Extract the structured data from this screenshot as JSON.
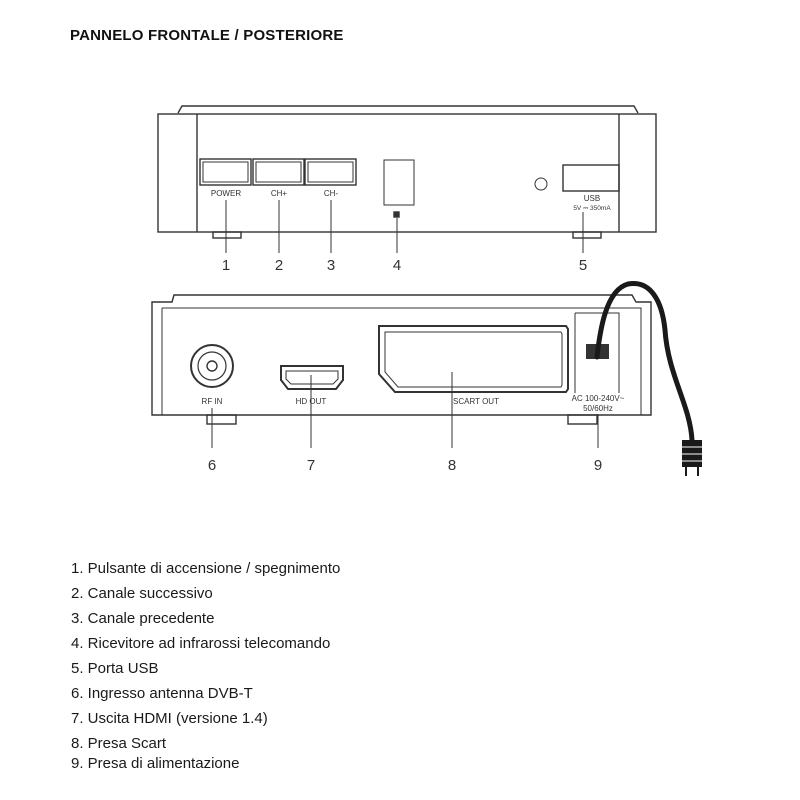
{
  "title": "PANNELO FRONTALE / POSTERIORE",
  "front_panel": {
    "labels": {
      "power": "POWER",
      "ch_plus": "CH+",
      "ch_minus": "CH-",
      "usb": "USB",
      "usb_rating": "5V ⎓ 350mA"
    },
    "callouts": [
      "1",
      "2",
      "3",
      "4",
      "5"
    ]
  },
  "rear_panel": {
    "labels": {
      "rf_in": "RF IN",
      "hd_out": "HD OUT",
      "scart_out": "SCART OUT",
      "ac_line1": "AC 100-240V~",
      "ac_line2": "50/60Hz"
    },
    "callouts": [
      "6",
      "7",
      "8",
      "9"
    ]
  },
  "legend": [
    "1. Pulsante di accensione / spegnimento",
    "2. Canale successivo",
    "3. Canale precedente",
    "4. Ricevitore ad infrarossi telecomando",
    "5. Porta USB",
    "6. Ingresso antenna DVB-T",
    "7. Uscita HDMI (versione 1.4)",
    "8. Presa Scart",
    "9. Presa di alimentazione"
  ]
}
